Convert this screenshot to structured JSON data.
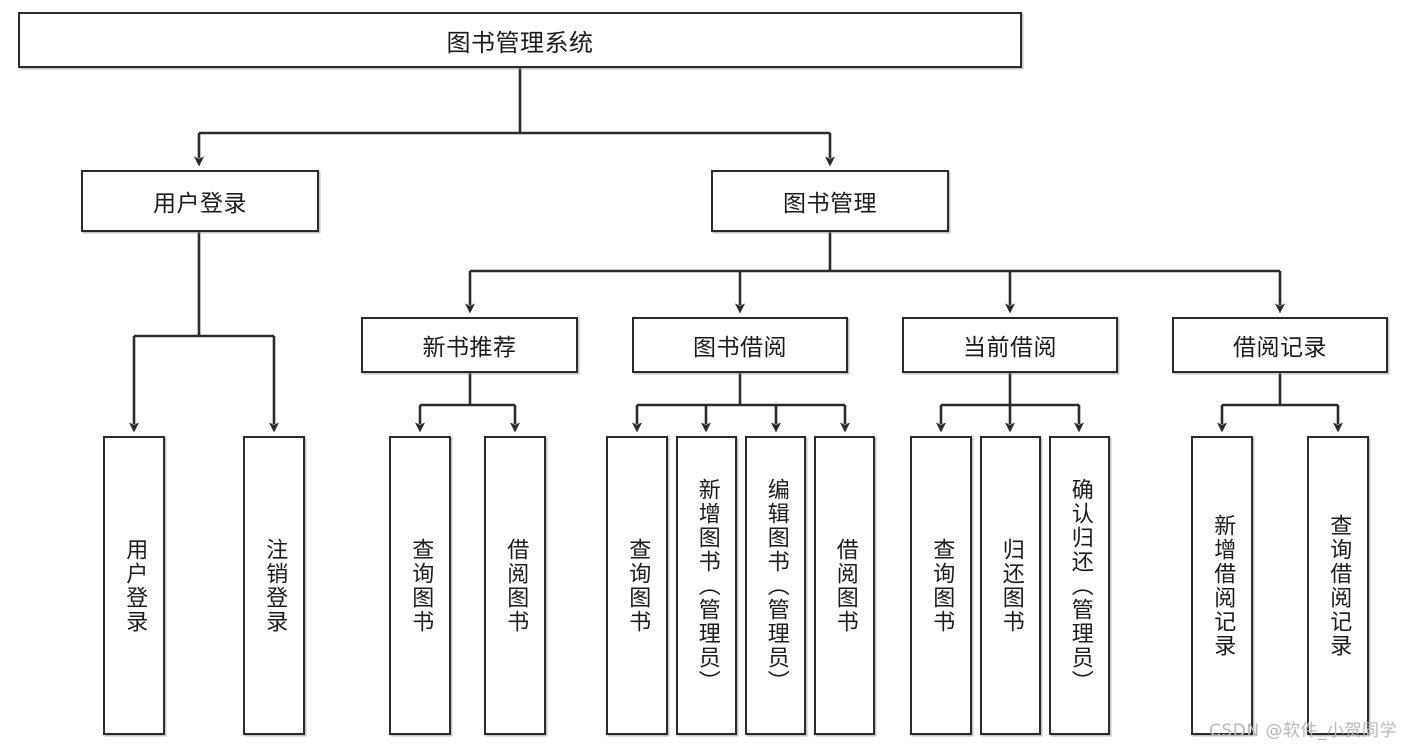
{
  "diagram": {
    "title": "图书管理系统",
    "type": "hierarchy-tree",
    "root": {
      "label": "图书管理系统"
    },
    "level2": [
      {
        "label": "用户登录"
      },
      {
        "label": "图书管理"
      }
    ],
    "level3": [
      {
        "label": "新书推荐"
      },
      {
        "label": "图书借阅"
      },
      {
        "label": "当前借阅"
      },
      {
        "label": "借阅记录"
      }
    ],
    "leaves": [
      {
        "label": "用户登录"
      },
      {
        "label": "注销登录"
      },
      {
        "label": "查询图书"
      },
      {
        "label": "借阅图书"
      },
      {
        "label": "查询图书"
      },
      {
        "label": "新增图书（管理员）"
      },
      {
        "label": "编辑图书（管理员）"
      },
      {
        "label": "借阅图书"
      },
      {
        "label": "查询图书"
      },
      {
        "label": "归还图书"
      },
      {
        "label": "确认归还（管理员）"
      },
      {
        "label": "新增借阅记录"
      },
      {
        "label": "查询借阅记录"
      }
    ],
    "watermark": "CSDN @软件_小贺同学",
    "colors": {
      "stroke": "#2b2b2b",
      "fill": "#ffffff",
      "text": "#1b1b1b",
      "watermark": "#b9b9b9"
    }
  }
}
